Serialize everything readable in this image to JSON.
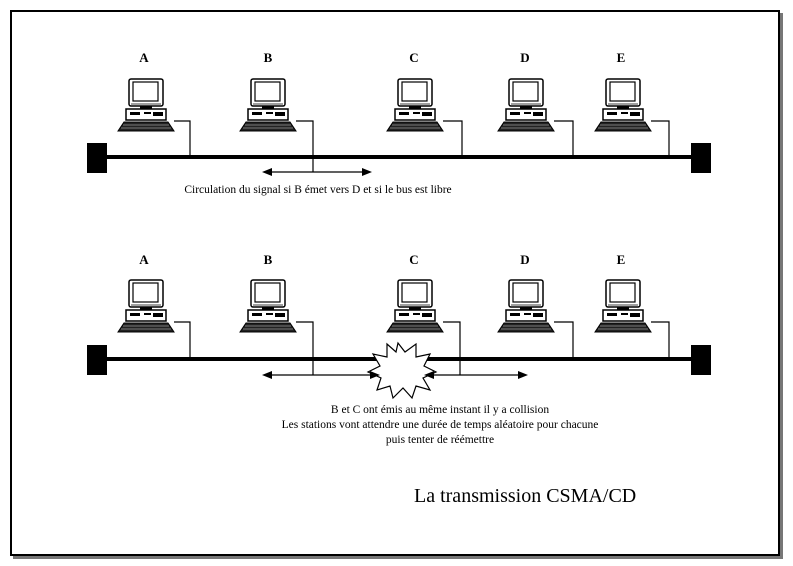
{
  "colors": {
    "ink": "#000000",
    "paper": "#ffffff",
    "screen": "#e8e8e8"
  },
  "icons": [
    "computer-icon",
    "terminator-icon",
    "collision-burst-icon",
    "arrow-icon"
  ],
  "diagram1": {
    "stations": [
      "A",
      "B",
      "C",
      "D",
      "E"
    ],
    "caption": "Circulation du signal si B émet vers D et si le bus est libre"
  },
  "diagram2": {
    "stations": [
      "A",
      "B",
      "C",
      "D",
      "E"
    ],
    "caption_lines": [
      "B et C ont émis au même instant il y a collision",
      "Les stations vont attendre une durée de temps aléatoire pour chacune",
      "puis tenter de réémettre"
    ]
  },
  "title": "La transmission CSMA/CD"
}
